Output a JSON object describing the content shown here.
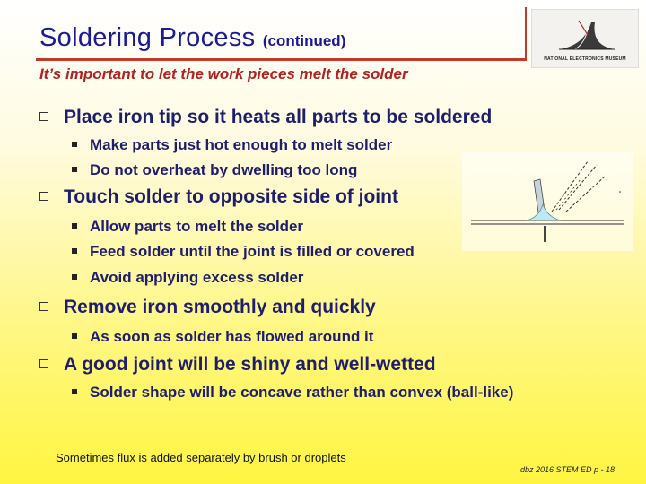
{
  "title": {
    "main": "Soldering Process",
    "sub": "(continued)"
  },
  "subtitle": "It’s important to let the work pieces melt the solder",
  "logo": {
    "text": "NATIONAL ELECTRONICS MUSEUM"
  },
  "bullets": [
    {
      "text": "Place iron tip so it heats all parts to be soldered",
      "sub": [
        "Make parts just hot enough to melt solder",
        "Do not overheat by dwelling too long"
      ]
    },
    {
      "text": "Touch solder to opposite side of joint",
      "sub": [
        "Allow parts to melt the solder",
        "Feed solder until the joint is filled or covered",
        "Avoid applying excess solder"
      ]
    },
    {
      "text": "Remove iron smoothly and quickly",
      "sub": [
        "As soon as solder has flowed around it"
      ]
    },
    {
      "text": "A good joint will be shiny and well-wetted",
      "sub": [
        "Solder shape will be concave rather than convex (ball-like)"
      ]
    }
  ],
  "note": "Sometimes flux is added separately by brush or droplets",
  "footer": "dbz 2016 STEM ED p - 18"
}
